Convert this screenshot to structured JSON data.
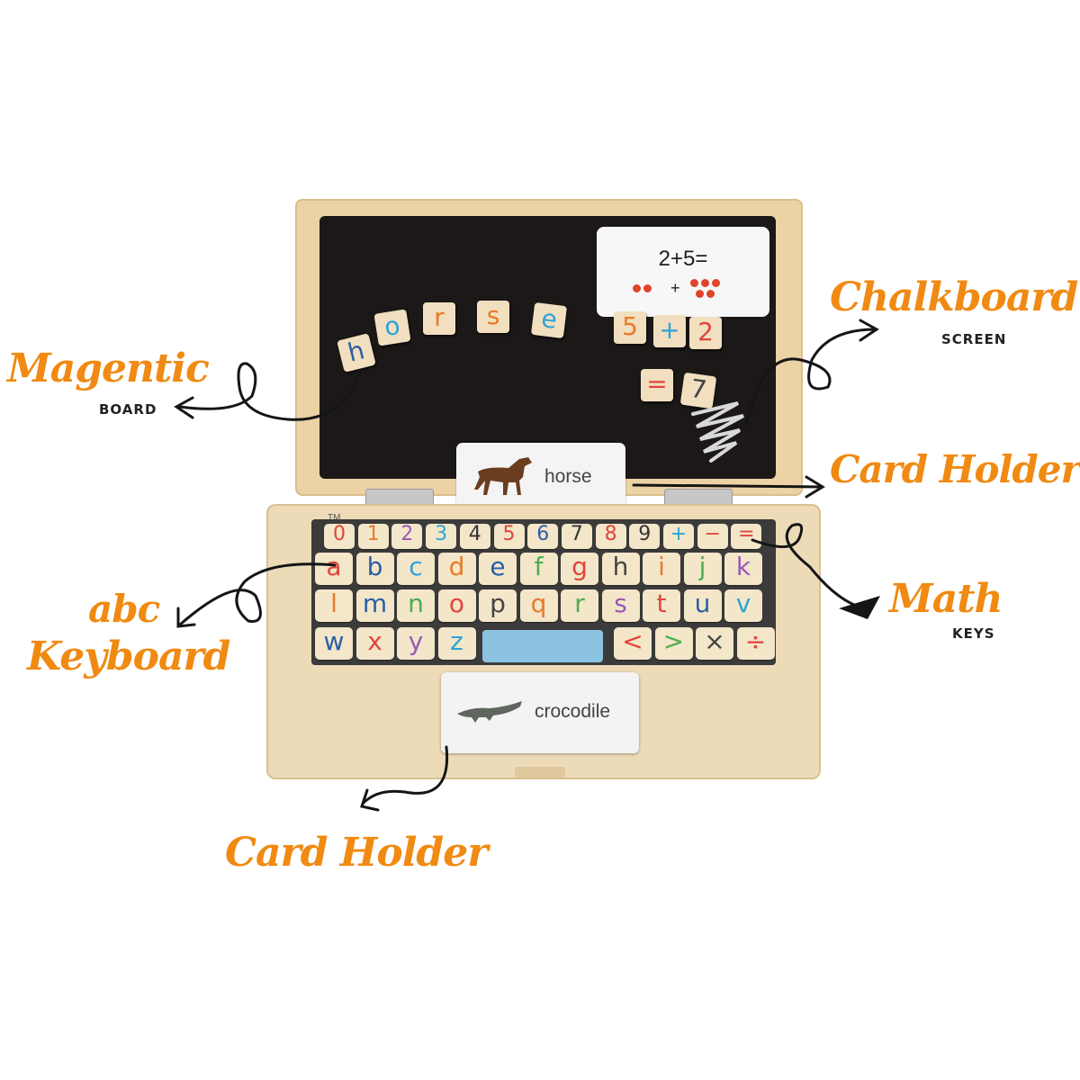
{
  "labels": {
    "magnetic": "Magentic",
    "magnetic_sub": "BOARD",
    "chalkboard": "Chalkboard",
    "chalkboard_sub": "SCREEN",
    "card_holder_top": "Card Holder",
    "math": "Math",
    "math_sub": "KEYS",
    "abc": "abc",
    "keyboard": "Keyboard",
    "card_holder_bottom": "Card Holder"
  },
  "board_tiles": {
    "word": [
      "h",
      "o",
      "r",
      "s",
      "e"
    ],
    "math_row1": [
      "5",
      "+",
      "2"
    ],
    "math_row2": [
      "=",
      "7"
    ]
  },
  "math_card": {
    "equation": "2+5=",
    "plus": "+"
  },
  "horse_card": {
    "word": "horse"
  },
  "trademark": "TM",
  "keyboard": {
    "row1": [
      "0",
      "1",
      "2",
      "3",
      "4",
      "5",
      "6",
      "7",
      "8",
      "9",
      "+",
      "−",
      "="
    ],
    "row2": [
      "a",
      "b",
      "c",
      "d",
      "e",
      "f",
      "g",
      "h",
      "i",
      "j",
      "k"
    ],
    "row3": [
      "l",
      "m",
      "n",
      "o",
      "p",
      "q",
      "r",
      "s",
      "t",
      "u",
      "v"
    ],
    "row4_left": [
      "w",
      "x",
      "y",
      "z"
    ],
    "row4_right": [
      "<",
      ">",
      "×",
      "÷"
    ]
  },
  "crocodile_card": {
    "word": "crocodile"
  },
  "colors": {
    "accent_orange": "#f08a12",
    "board": "#1b1817",
    "wood": "#eddbb8",
    "spacebar": "#8cc3e2"
  }
}
